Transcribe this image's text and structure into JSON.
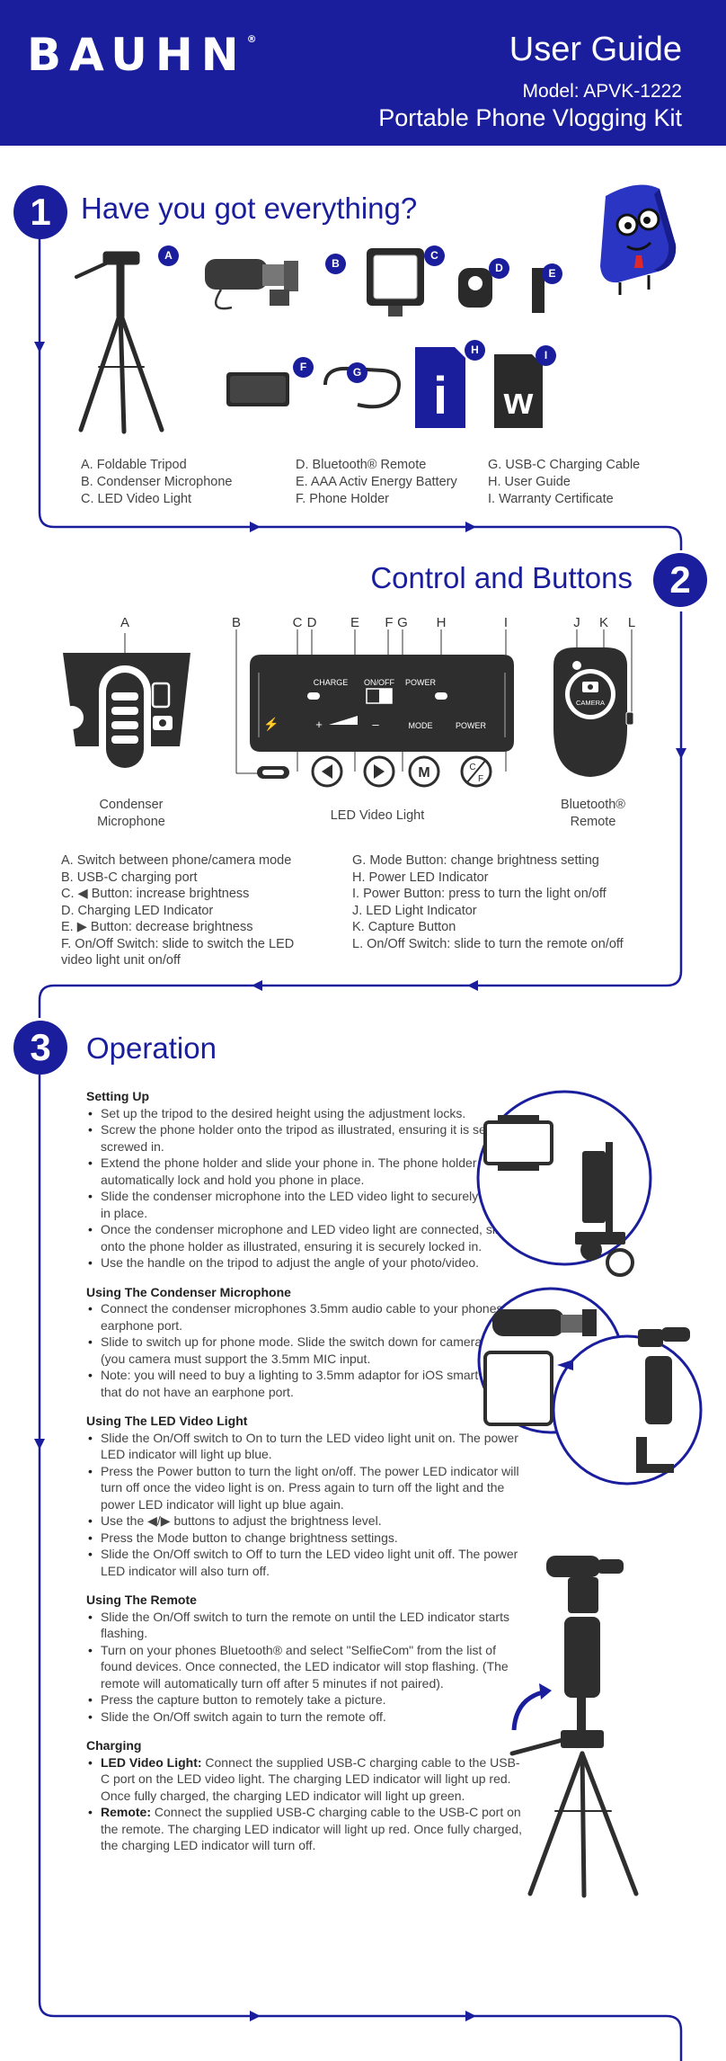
{
  "header": {
    "brand": "BAUHN",
    "brand_mark": "®",
    "title": "User Guide",
    "model": "Model: APVK-1222",
    "product": "Portable Phone Vlogging Kit"
  },
  "colors": {
    "brand_blue": "#1a1e9c"
  },
  "section1": {
    "number": "1",
    "title": "Have you got everything?",
    "item_letters": [
      "A",
      "B",
      "C",
      "D",
      "E",
      "F",
      "G",
      "H",
      "I"
    ],
    "items_col1": [
      "A. Foldable Tripod",
      "B. Condenser Microphone",
      "C. LED Video Light"
    ],
    "items_col2": [
      "D. Bluetooth® Remote",
      "E. AAA Activ Energy Battery",
      "F. Phone Holder"
    ],
    "items_col3": [
      "G. USB-C Charging Cable",
      "H. User Guide",
      "I. Warranty Certificate"
    ],
    "guide_letter": "i",
    "warranty_letter": "w"
  },
  "section2": {
    "number": "2",
    "title": "Control and Buttons",
    "letters": [
      "A",
      "B",
      "C",
      "D",
      "E",
      "F",
      "G",
      "H",
      "I",
      "J",
      "K",
      "L"
    ],
    "captions": {
      "mic_line1": "Condenser",
      "mic_line2": "Microphone",
      "led": "LED Video Light",
      "remote_line1": "Bluetooth®",
      "remote_line2": "Remote"
    },
    "panel_labels": {
      "charge": "CHARGE",
      "onoff": "ON/OFF",
      "power": "POWER",
      "mode": "MODE",
      "power2": "POWER",
      "plus": "+",
      "minus": "–",
      "camera": "CAMERA",
      "cf_top": "C",
      "cf_bottom": "F",
      "m": "M"
    },
    "list_left": [
      "A. Switch between phone/camera mode",
      "B. USB-C charging port",
      "C. ◀ Button: increase brightness",
      "D. Charging LED Indicator",
      "E. ▶ Button: decrease brightness",
      "F.  On/Off Switch: slide to switch the LED",
      "video light unit on/off"
    ],
    "list_right": [
      "G. Mode Button: change brightness setting",
      "H. Power LED Indicator",
      "I. Power Button: press to turn the light on/off",
      "J. LED Light Indicator",
      "K. Capture Button",
      "L. On/Off Switch: slide to turn the remote on/off"
    ]
  },
  "section3": {
    "number": "3",
    "title": "Operation",
    "setting_up": {
      "heading": "Setting Up",
      "bullets": [
        "Set up the tripod to the desired height using the adjustment locks.",
        "Screw the phone holder onto the tripod as illustrated, ensuring it is securely screwed in.",
        "Extend the phone holder and slide your phone in. The phone holder will automatically lock and hold you phone in place.",
        "Slide the condenser microphone into the LED video light to securely lock it in place.",
        "Once the condenser microphone and LED video light are connected, slide it onto the phone holder as illustrated, ensuring it is securely locked in.",
        "Use the handle on the tripod to adjust the angle of your photo/video."
      ]
    },
    "mic": {
      "heading": "Using The Condenser Microphone",
      "bullets": [
        "Connect the condenser microphones 3.5mm audio cable to your phones earphone port.",
        "Slide to switch up for phone mode. Slide the switch down for camera mode (you camera must support the 3.5mm MIC input.",
        "Note: you will need to buy a lighting to 3.5mm adaptor for iOS smart phones that do not have an earphone port."
      ]
    },
    "led": {
      "heading": "Using The LED Video Light",
      "bullets": [
        "Slide the On/Off switch to On to turn the LED video light unit on. The power LED indicator will light up blue.",
        "Press the Power button to turn the light on/off. The power LED indicator will turn off once the video light is on. Press again to turn off the light and the power LED indicator will light up blue again.",
        "Use the ◀/▶ buttons to adjust the brightness level.",
        "Press the Mode button to change brightness settings.",
        "Slide the On/Off switch to Off to turn the LED video light unit off. The power LED indicator will also turn off."
      ]
    },
    "remote": {
      "heading": "Using The Remote",
      "bullets": [
        "Slide the On/Off switch to turn the remote on until the LED indicator starts flashing.",
        "Turn on your phones Bluetooth® and select \"SelfieCom\" from the list of found devices. Once connected, the LED indicator will stop flashing. (The remote will automatically turn off after 5 minutes if not paired).",
        "Press the capture button to remotely take a picture.",
        "Slide the On/Off switch again to turn the remote off."
      ]
    },
    "charging": {
      "heading": "Charging",
      "led_label": "LED Video Light:",
      "led_text": " Connect the supplied USB-C charging cable to the USB-C port on the LED video light. The charging LED indicator will light up red. Once fully charged, the charging LED indicator will light up green.",
      "remote_label": "Remote:",
      "remote_text": " Connect the supplied USB-C charging cable to the USB-C port on the remote. The charging LED indicator will light up red. Once fully charged, the charging LED indicator will turn off."
    }
  }
}
